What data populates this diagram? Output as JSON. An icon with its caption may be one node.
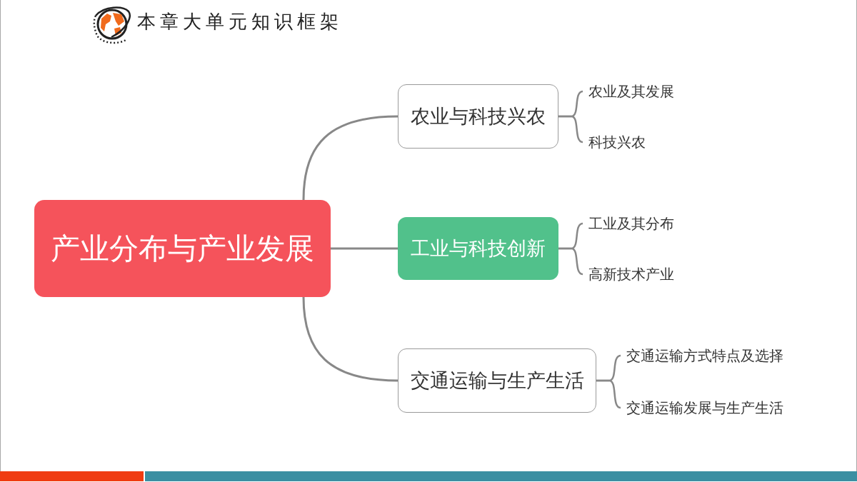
{
  "diagram": {
    "title": "本章大单元知识框架",
    "nodes": [
      {
        "text": [
          "产业分布与产业发展"
        ]
      },
      {
        "text": [
          "农业与科技兴农"
        ]
      },
      {
        "text": [
          "农业及其发展"
        ]
      },
      {
        "text": [
          "科技兴农"
        ]
      },
      {
        "text": [
          "工业与科技创新"
        ]
      },
      {
        "text": [
          "工业及其分布"
        ]
      },
      {
        "text": [
          "高新技术产业"
        ]
      },
      {
        "text": [
          "交通运输与生产生活"
        ]
      },
      {
        "text": [
          "交通运输方式特点及选择"
        ]
      },
      {
        "text": [
          "交通运输发展与生产生活"
        ]
      }
    ],
    "edges": [
      {
        "from": 0,
        "to": 1,
        "arrow": "none"
      },
      {
        "from": 0,
        "to": 4,
        "arrow": "none"
      },
      {
        "from": 0,
        "to": 7,
        "arrow": "none"
      },
      {
        "from": 1,
        "to": 2,
        "arrow": "none"
      },
      {
        "from": 1,
        "to": 3,
        "arrow": "none"
      },
      {
        "from": 4,
        "to": 5,
        "arrow": "none"
      },
      {
        "from": 4,
        "to": 6,
        "arrow": "none"
      },
      {
        "from": 7,
        "to": 8,
        "arrow": "none"
      },
      {
        "from": 7,
        "to": 9,
        "arrow": "none"
      }
    ]
  }
}
